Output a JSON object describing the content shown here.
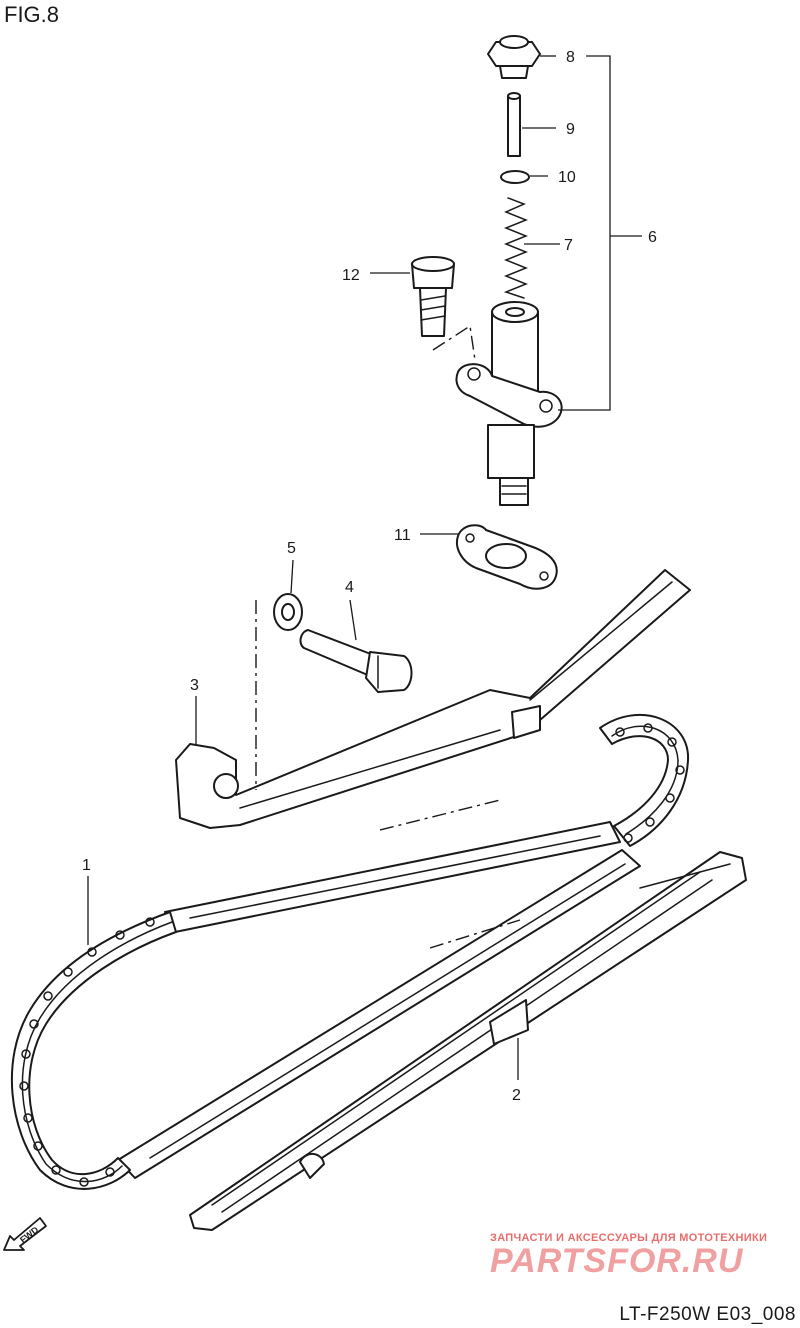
{
  "figure_label": "FIG.8",
  "diagram_code": "LT-F250W E03_008",
  "direction_marker": "FWD",
  "watermark": {
    "line1": "ЗАПЧАСТИ И АКСЕССУАРЫ ДЛЯ МОТОТЕХНИКИ",
    "line2": "PARTSFOR.RU",
    "color": "#e86d6d"
  },
  "callouts": [
    {
      "id": "1",
      "part": "cam-chain"
    },
    {
      "id": "2",
      "part": "chain-guide"
    },
    {
      "id": "3",
      "part": "tensioner-guide"
    },
    {
      "id": "4",
      "part": "guide-bolt"
    },
    {
      "id": "5",
      "part": "washer"
    },
    {
      "id": "6",
      "part": "tensioner-assembly"
    },
    {
      "id": "7",
      "part": "spring"
    },
    {
      "id": "8",
      "part": "cap-bolt"
    },
    {
      "id": "9",
      "part": "pushrod"
    },
    {
      "id": "10",
      "part": "snap-ring"
    },
    {
      "id": "11",
      "part": "gasket"
    },
    {
      "id": "12",
      "part": "tensioner-bolt"
    }
  ]
}
